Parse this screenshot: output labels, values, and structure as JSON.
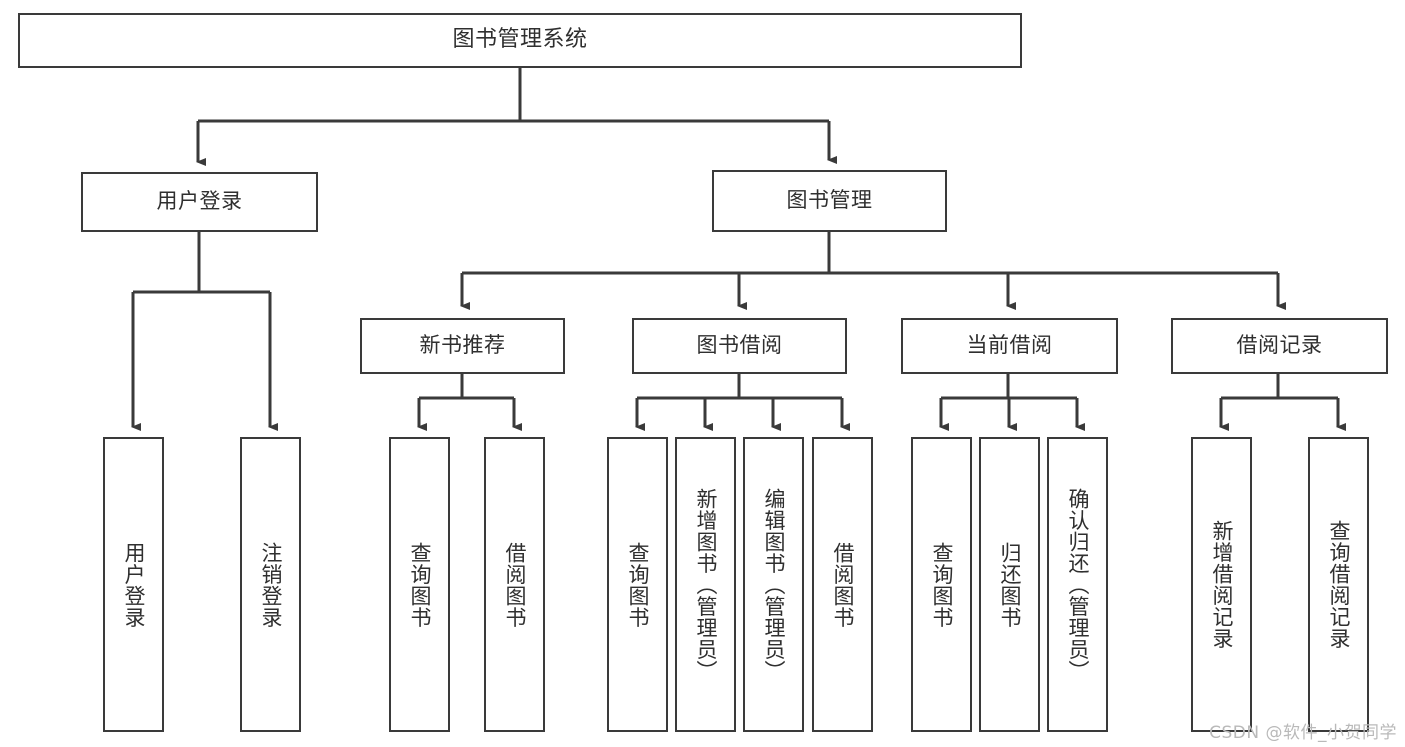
{
  "diagram": {
    "title": "图书管理系统",
    "type": "tree-hierarchy",
    "stroke_color": "#3a3a3a",
    "text_color": "#2f2f2f",
    "background_color": "#ffffff"
  },
  "root": {
    "label": "图书管理系统"
  },
  "level1": [
    {
      "label": "用户登录"
    },
    {
      "label": "图书管理"
    }
  ],
  "level2": [
    {
      "label": "新书推荐"
    },
    {
      "label": "图书借阅"
    },
    {
      "label": "当前借阅"
    },
    {
      "label": "借阅记录"
    }
  ],
  "leaves": {
    "user_login": [
      {
        "label": "用户登录"
      },
      {
        "label": "注销登录"
      }
    ],
    "new_book": [
      {
        "label": "查询图书"
      },
      {
        "label": "借阅图书"
      }
    ],
    "book_borrow": [
      {
        "label": "查询图书"
      },
      {
        "label": "新增图书（管理员）"
      },
      {
        "label": "编辑图书（管理员）"
      },
      {
        "label": "借阅图书"
      }
    ],
    "current_borrow": [
      {
        "label": "查询图书"
      },
      {
        "label": "归还图书"
      },
      {
        "label": "确认归还（管理员）"
      }
    ],
    "borrow_record": [
      {
        "label": "新增借阅记录"
      },
      {
        "label": "查询借阅记录"
      }
    ]
  },
  "watermark": {
    "text": "CSDN @软件_小贺同学",
    "color": "#b9b9b9"
  }
}
